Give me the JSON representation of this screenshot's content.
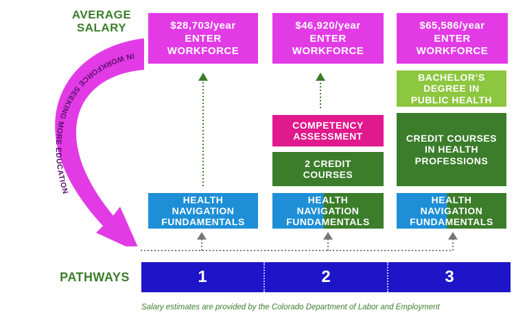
{
  "left_labels": {
    "average_salary": [
      "AVERAGE",
      "SALARY"
    ],
    "pathways": "PATHWAYS"
  },
  "curved_arrow_text": "IN WORKFORCE SEEKING MORE EDUCATION",
  "columns": [
    {
      "salary": "$28,703/year",
      "enter": [
        "ENTER",
        "WORKFORCE"
      ],
      "steps": [],
      "base": [
        "HEALTH",
        "NAVIGATION",
        "FUNDAMENTALS"
      ],
      "pathway": "1"
    },
    {
      "salary": "$46,920/year",
      "enter": [
        "ENTER",
        "WORKFORCE"
      ],
      "steps": [
        [
          "COMPETENCY",
          "ASSESSMENT"
        ],
        [
          "2 CREDIT",
          "COURSES"
        ]
      ],
      "base": [
        "HEALTH",
        "NAVIGATION",
        "FUNDAMENTALS"
      ],
      "pathway": "2"
    },
    {
      "salary": "$65,586/year",
      "enter": [
        "ENTER",
        "WORKFORCE"
      ],
      "steps": [
        [
          "BACHELOR’S",
          "DEGREE IN",
          "PUBLIC HEALTH"
        ],
        [
          "CREDIT COURSES",
          "IN HEALTH",
          "PROFESSIONS"
        ]
      ],
      "base": [
        "HEALTH",
        "NAVIGATION",
        "FUNDAMENTALS"
      ],
      "pathway": "3"
    }
  ],
  "footnote": "Salary estimates are provided by the Colorado Department of Labor and Employment",
  "colors": {
    "salary_box": "#e23be6",
    "competency": "#e0198c",
    "green": "#3b7d2a",
    "lime": "#8dc63f",
    "blue": "#1e8fd6",
    "pathways_bar": "#1e14c8",
    "arrow": "#3b7d2a"
  }
}
